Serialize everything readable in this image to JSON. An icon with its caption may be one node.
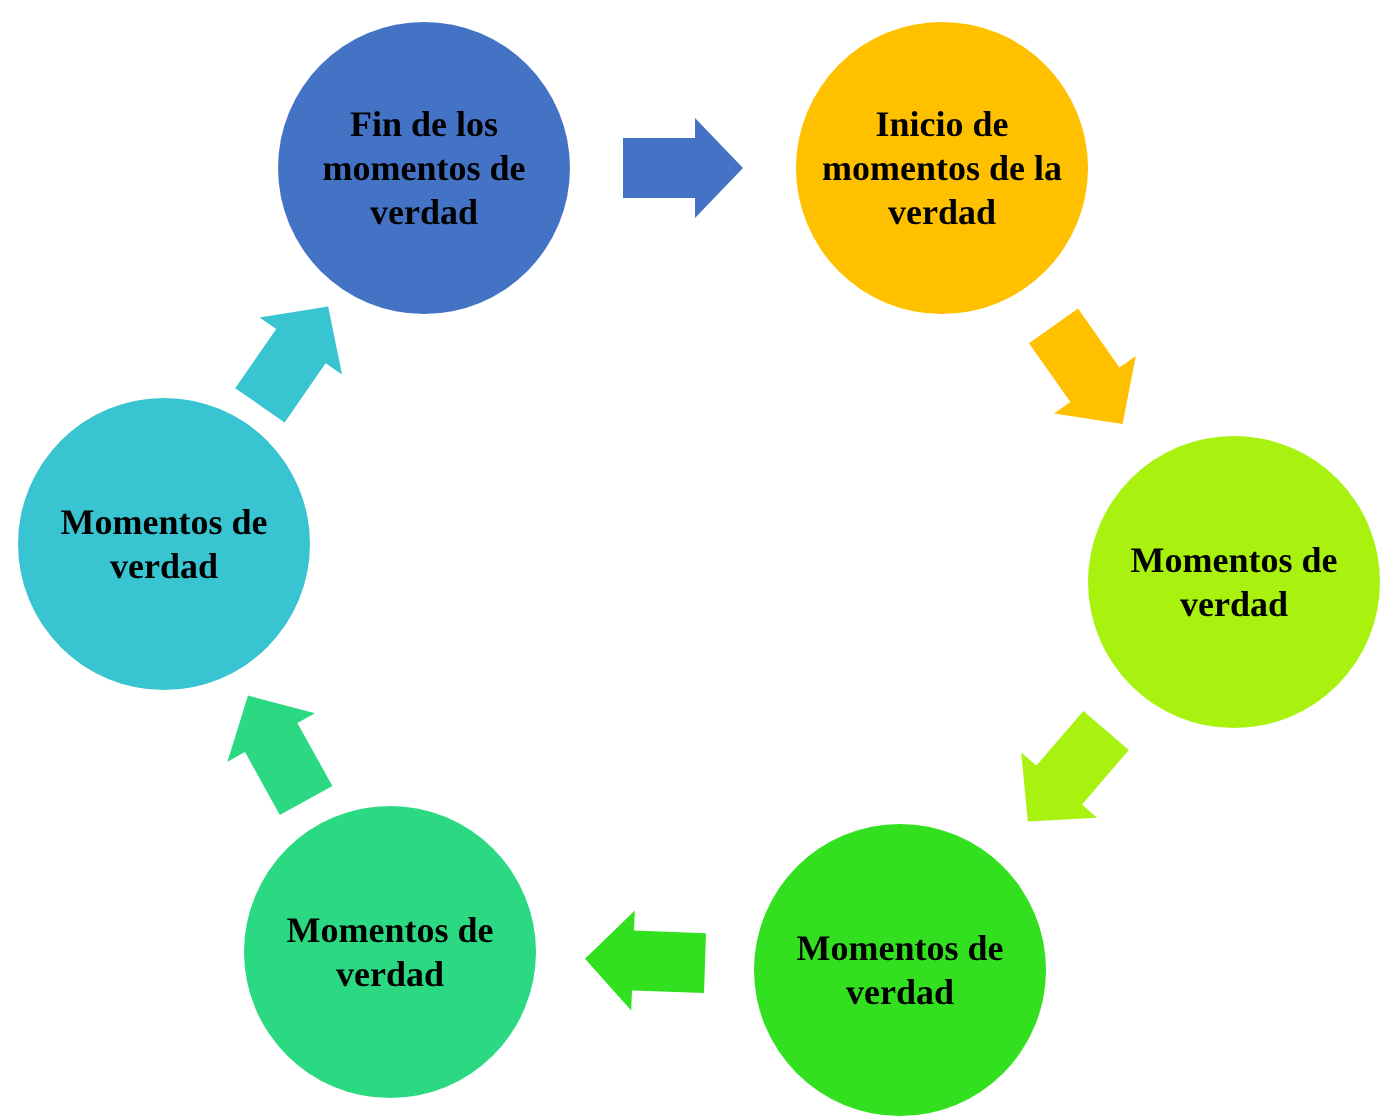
{
  "diagram": {
    "nodes": [
      {
        "text": [
          "Fin de los momentos de verdad"
        ]
      },
      {
        "text": [
          "Inicio de momentos de la verdad"
        ]
      },
      {
        "text": [
          "Momentos de verdad"
        ]
      },
      {
        "text": [
          "Momentos de verdad"
        ]
      },
      {
        "text": [
          "Momentos de verdad"
        ]
      },
      {
        "text": [
          "Momentos de verdad"
        ]
      }
    ],
    "edges": [
      {
        "from": 0,
        "to": 1,
        "arrow": "to",
        "style": "thick",
        "color": "#4472c4"
      },
      {
        "from": 1,
        "to": 2,
        "arrow": "to",
        "style": "thick",
        "color": "#ffc000"
      },
      {
        "from": 2,
        "to": 3,
        "arrow": "to",
        "style": "thick",
        "color": "#a9f10f"
      },
      {
        "from": 3,
        "to": 4,
        "arrow": "to",
        "style": "thick",
        "color": "#33e020"
      },
      {
        "from": 4,
        "to": 5,
        "arrow": "to",
        "style": "thick",
        "color": "#2bd982"
      },
      {
        "from": 5,
        "to": 0,
        "arrow": "to",
        "style": "thick",
        "color": "#38c4d0"
      }
    ]
  }
}
